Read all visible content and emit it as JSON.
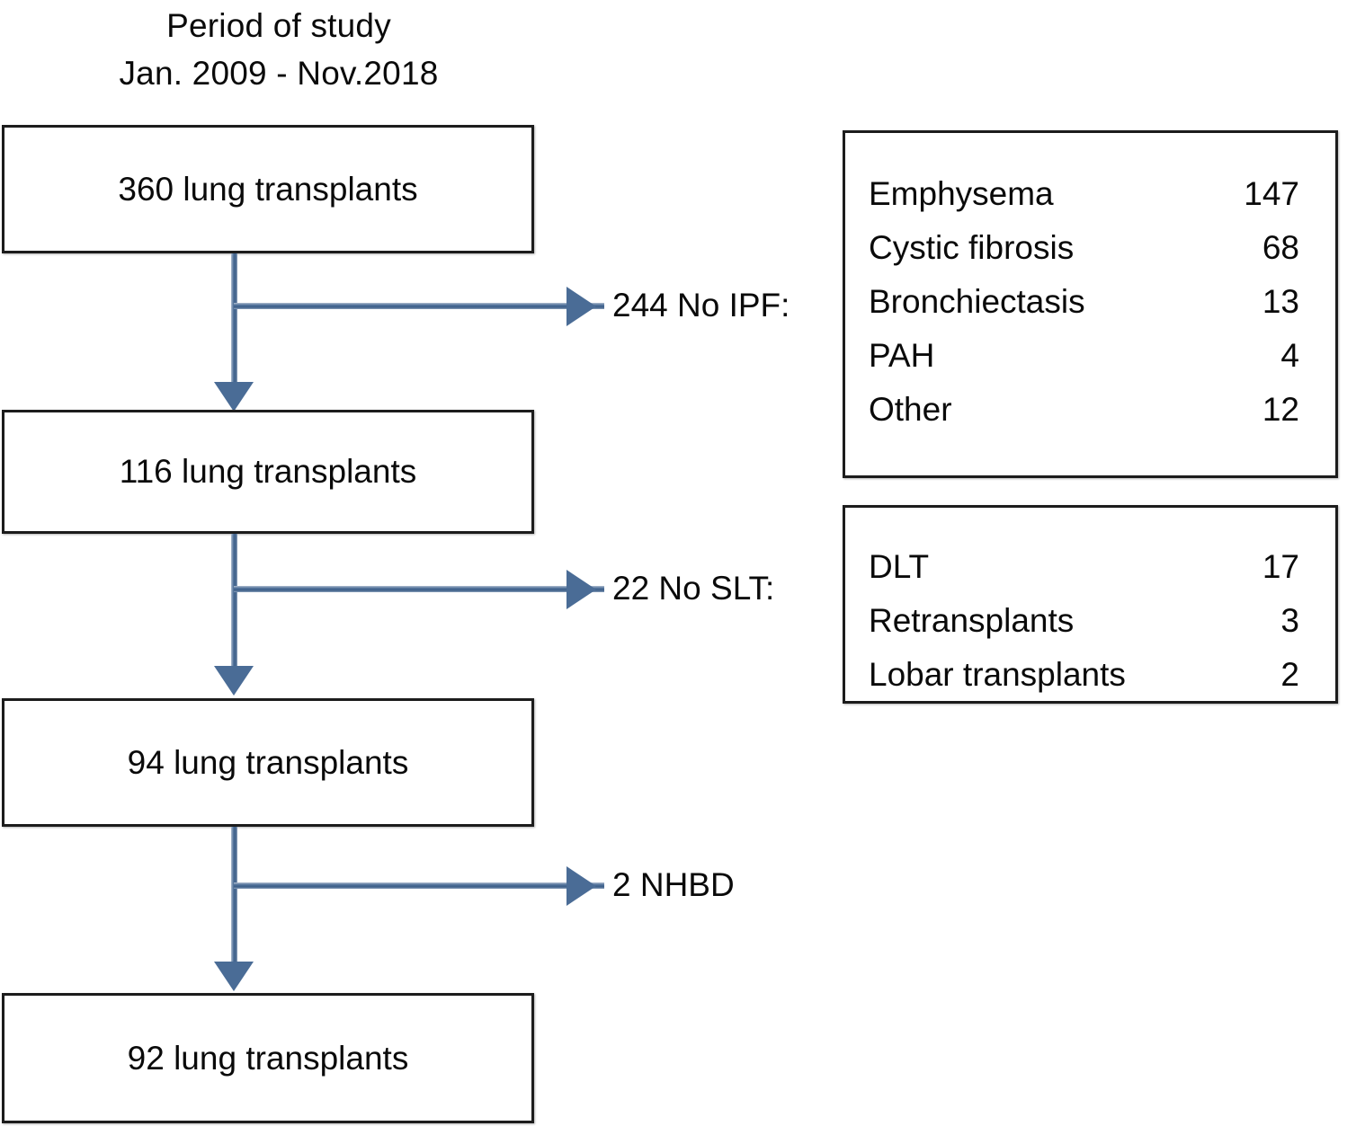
{
  "header": {
    "line1": "Period of study",
    "line2": "Jan. 2009 - Nov.2018"
  },
  "chart_data": {
    "type": "diagram",
    "title": "Period of study Jan. 2009 - Nov.2018",
    "flow_nodes": [
      {
        "id": "n1",
        "label": "360 lung transplants",
        "count": 360
      },
      {
        "id": "n2",
        "label": "116 lung transplants",
        "count": 116
      },
      {
        "id": "n3",
        "label": "94 lung transplants",
        "count": 94
      },
      {
        "id": "n4",
        "label": "92 lung transplants",
        "count": 92
      }
    ],
    "exclusions": [
      {
        "id": "e1",
        "label": "244 No IPF:",
        "count": 244,
        "from": "n1",
        "to": "n2"
      },
      {
        "id": "e2",
        "label": "22 No SLT:",
        "count": 22,
        "from": "n2",
        "to": "n3"
      },
      {
        "id": "e3",
        "label": "2 NHBD",
        "count": 2,
        "from": "n3",
        "to": "n4"
      }
    ],
    "detail_tables": [
      {
        "id": "d1",
        "linked_to": "e1",
        "rows": [
          {
            "label": "Emphysema",
            "value": "147"
          },
          {
            "label": "Cystic fibrosis",
            "value": "68"
          },
          {
            "label": "Bronchiectasis",
            "value": "13"
          },
          {
            "label": "PAH",
            "value": "4"
          },
          {
            "label": "Other",
            "value": "12"
          }
        ]
      },
      {
        "id": "d2",
        "linked_to": "e2",
        "rows": [
          {
            "label": "DLT",
            "value": "17"
          },
          {
            "label": "Retransplants",
            "value": "3"
          },
          {
            "label": "Lobar transplants",
            "value": "2"
          }
        ]
      }
    ],
    "colors": {
      "connector": "#4a6c96",
      "box_border": "#1c1c1c",
      "text": "#0a0a0a",
      "background": "#ffffff"
    }
  }
}
